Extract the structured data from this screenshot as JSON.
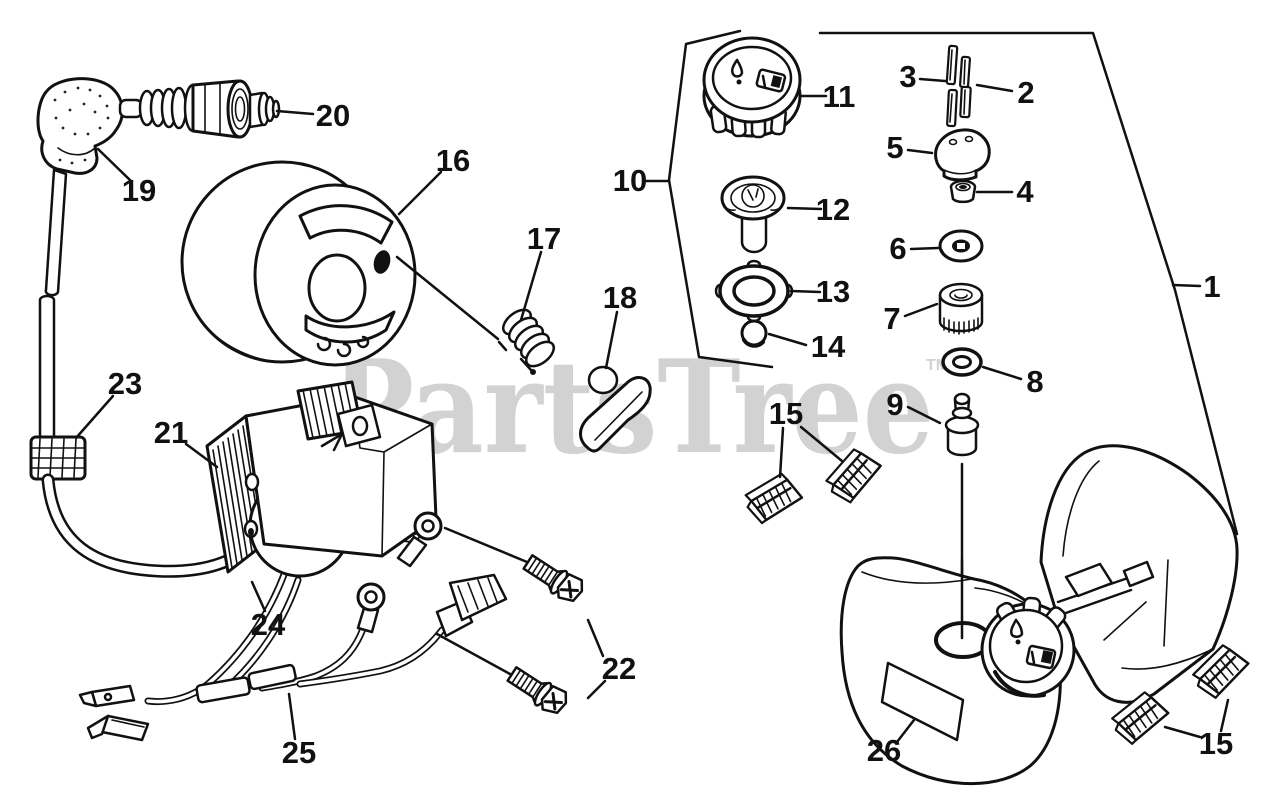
{
  "watermark": {
    "text": "PartsTree",
    "tm": "TM"
  },
  "colors": {
    "background": "#ffffff",
    "line": "#111111",
    "watermark": "#d2d2d2"
  },
  "callouts": {
    "c1": "1",
    "c2": "2",
    "c3": "3",
    "c4": "4",
    "c5": "5",
    "c6": "6",
    "c7": "7",
    "c8": "8",
    "c9": "9",
    "c10": "10",
    "c11": "11",
    "c12": "12",
    "c13": "13",
    "c14": "14",
    "c15_mid": "15",
    "c15_corner": "15",
    "c16": "16",
    "c17": "17",
    "c18": "18",
    "c19": "19",
    "c20": "20",
    "c21": "21",
    "c22": "22",
    "c23": "23",
    "c24": "24",
    "c25": "25",
    "c26": "26"
  }
}
